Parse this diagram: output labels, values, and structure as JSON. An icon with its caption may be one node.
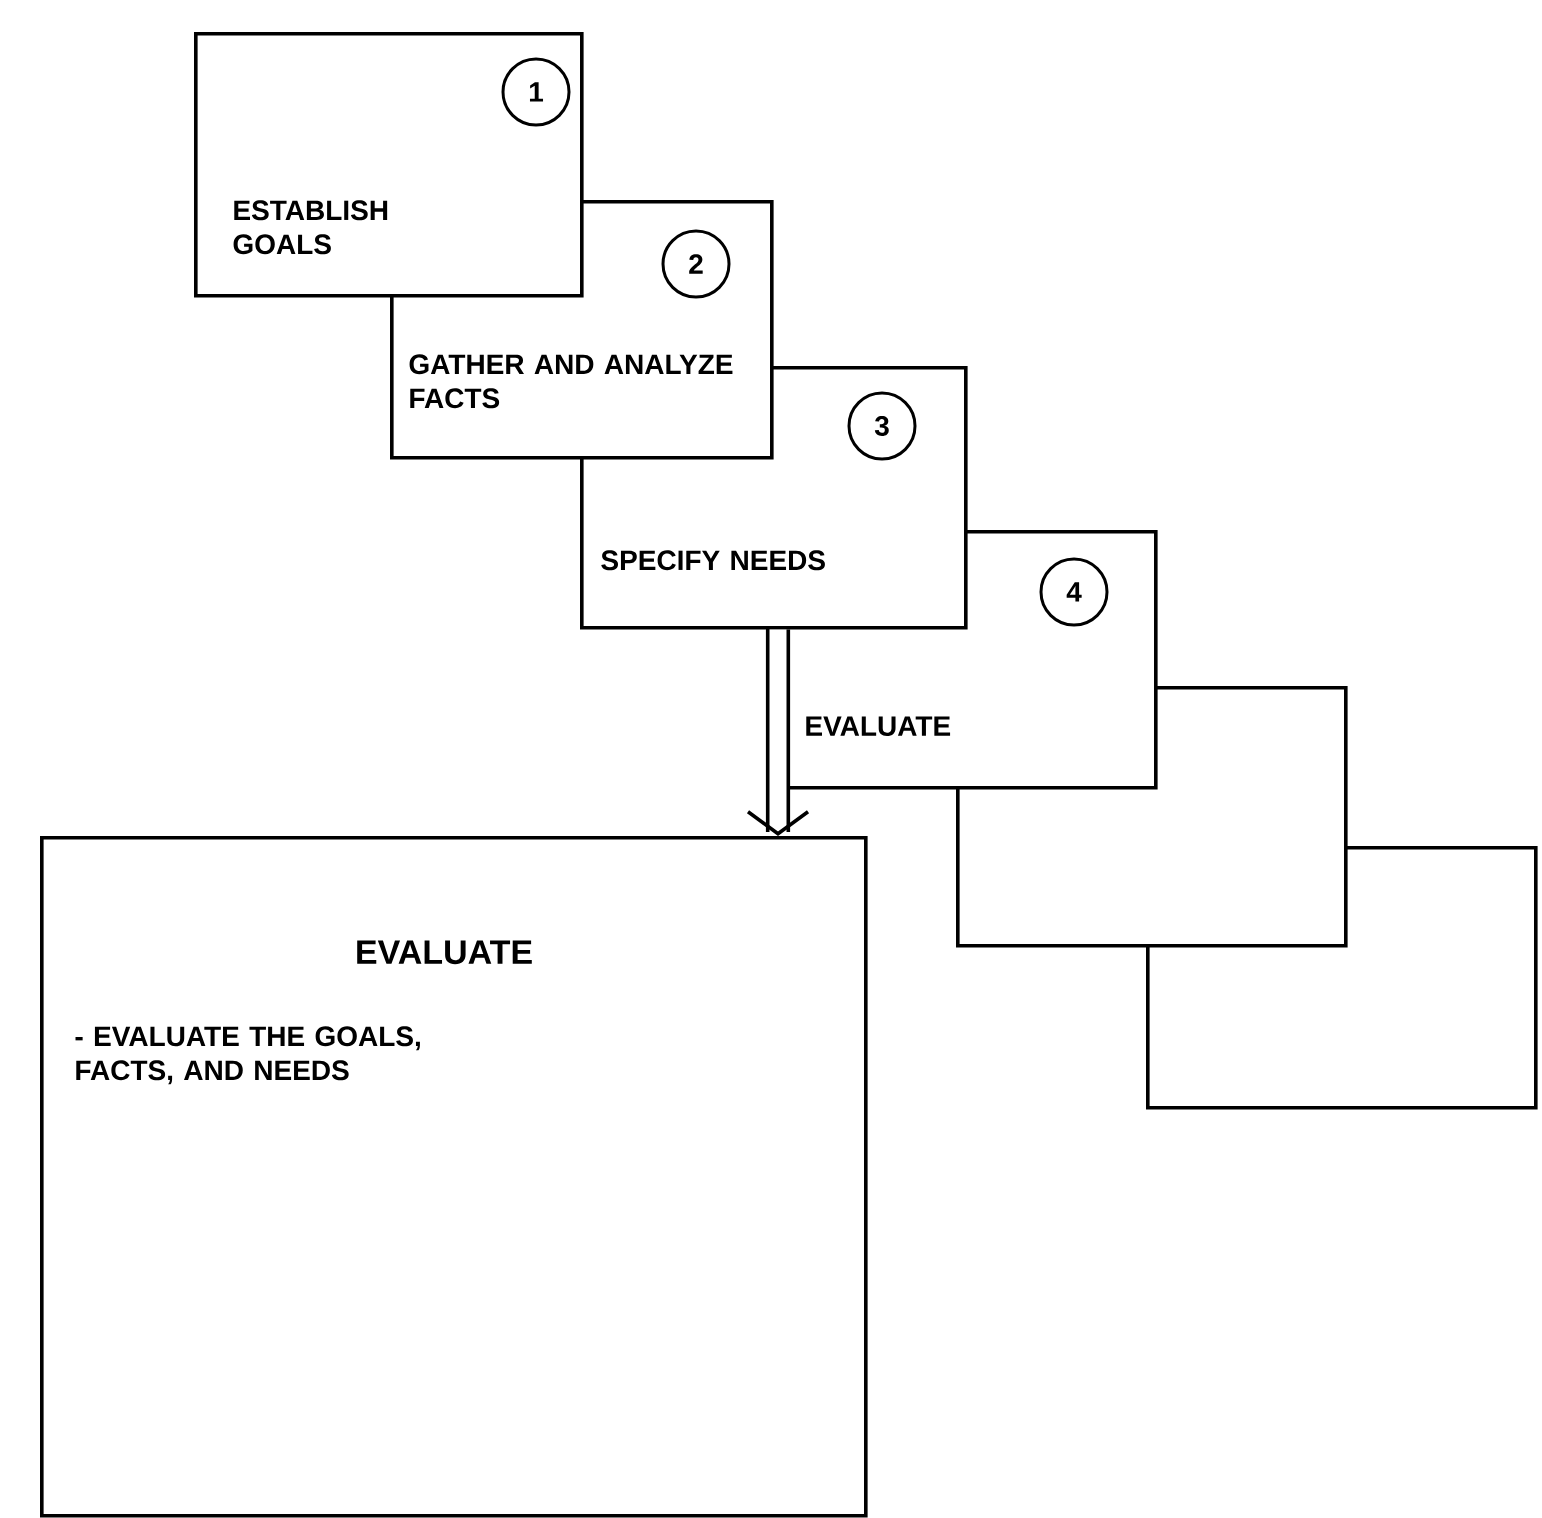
{
  "diagram": {
    "nodes": [
      {
        "text": [
          "ESTABLISH GOALS"
        ]
      },
      {
        "text": [
          "1"
        ],
        "in": 0
      },
      {
        "text": [
          "GATHER AND ANALYZE FACTS"
        ]
      },
      {
        "text": [
          "2"
        ],
        "in": 2
      },
      {
        "text": [
          "SPECIFY NEEDS"
        ]
      },
      {
        "text": [
          "3"
        ],
        "in": 4
      },
      {
        "text": [
          "EVALUATE"
        ]
      },
      {
        "text": [
          "4"
        ],
        "in": 6
      },
      {
        "text": [],
        "shape": "box"
      },
      {
        "text": [],
        "shape": "box"
      },
      {
        "text": [
          "EVALUATE",
          "- EVALUATE THE GOALS, FACTS, AND NEEDS"
        ]
      }
    ],
    "edges": [
      {
        "from": 6,
        "to": 10,
        "arrow": "to"
      }
    ]
  }
}
